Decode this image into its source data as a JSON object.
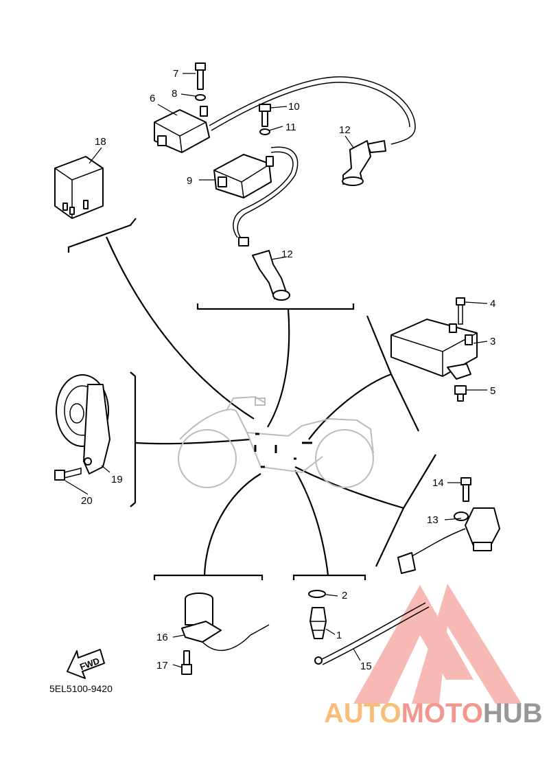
{
  "callouts": [
    "1",
    "2",
    "3",
    "4",
    "5",
    "6",
    "7",
    "8",
    "9",
    "10",
    "11",
    "12",
    "13",
    "14",
    "15",
    "16",
    "17",
    "18",
    "19",
    "20"
  ],
  "arrow_text": "FWD",
  "diagram_code": "5EL5100-9420",
  "watermark": {
    "part_a": "AUTO",
    "part_b": "MOTO",
    "part_c": "HUB"
  }
}
